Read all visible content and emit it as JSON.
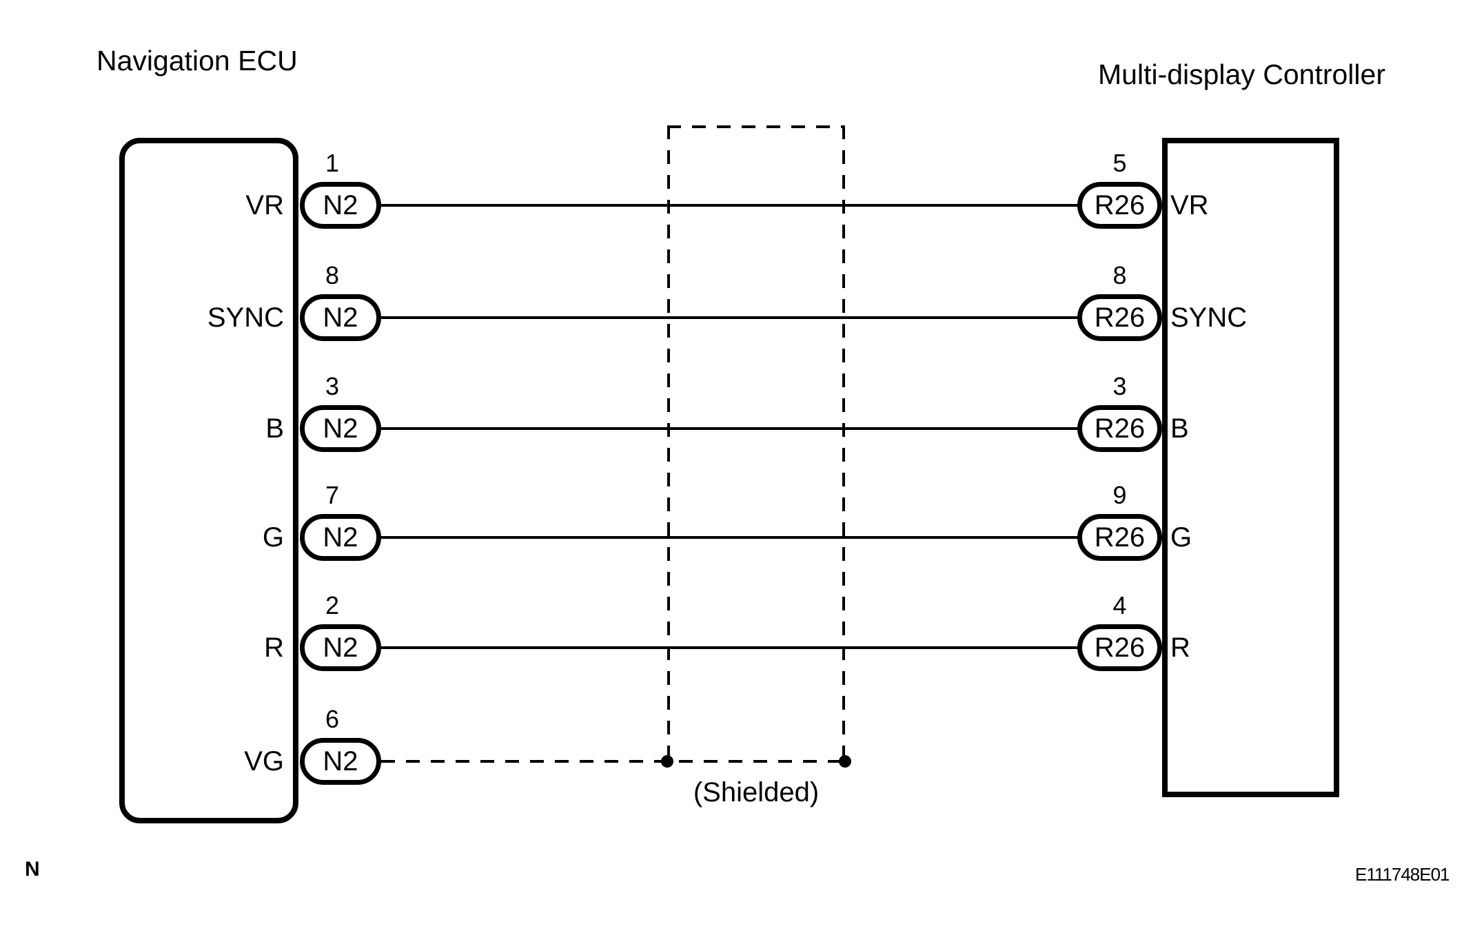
{
  "page": {
    "left_title": "Navigation ECU",
    "right_title": "Multi-display Controller",
    "shield_label": "(Shielded)",
    "corner_label": "N",
    "figure_id": "E111748E01"
  },
  "colors": {
    "line": "#000000",
    "background": "#ffffff"
  },
  "rows": [
    {
      "signal": "VR",
      "left_label": "VR",
      "left_pin": "1",
      "left_connector": "N2",
      "right_pin": "5",
      "right_connector": "R26",
      "right_label": "VR",
      "wire": "solid"
    },
    {
      "signal": "SYNC",
      "left_label": "SYNC",
      "left_pin": "8",
      "left_connector": "N2",
      "right_pin": "8",
      "right_connector": "R26",
      "right_label": "SYNC",
      "wire": "solid"
    },
    {
      "signal": "B",
      "left_label": "B",
      "left_pin": "3",
      "left_connector": "N2",
      "right_pin": "3",
      "right_connector": "R26",
      "right_label": "B",
      "wire": "solid"
    },
    {
      "signal": "G",
      "left_label": "G",
      "left_pin": "7",
      "left_connector": "N2",
      "right_pin": "9",
      "right_connector": "R26",
      "right_label": "G",
      "wire": "solid"
    },
    {
      "signal": "R",
      "left_label": "R",
      "left_pin": "2",
      "left_connector": "N2",
      "right_pin": "4",
      "right_connector": "R26",
      "right_label": "R",
      "wire": "solid"
    },
    {
      "signal": "VG",
      "left_label": "VG",
      "left_pin": "6",
      "left_connector": "N2",
      "wire": "dashed-to-shield"
    }
  ]
}
